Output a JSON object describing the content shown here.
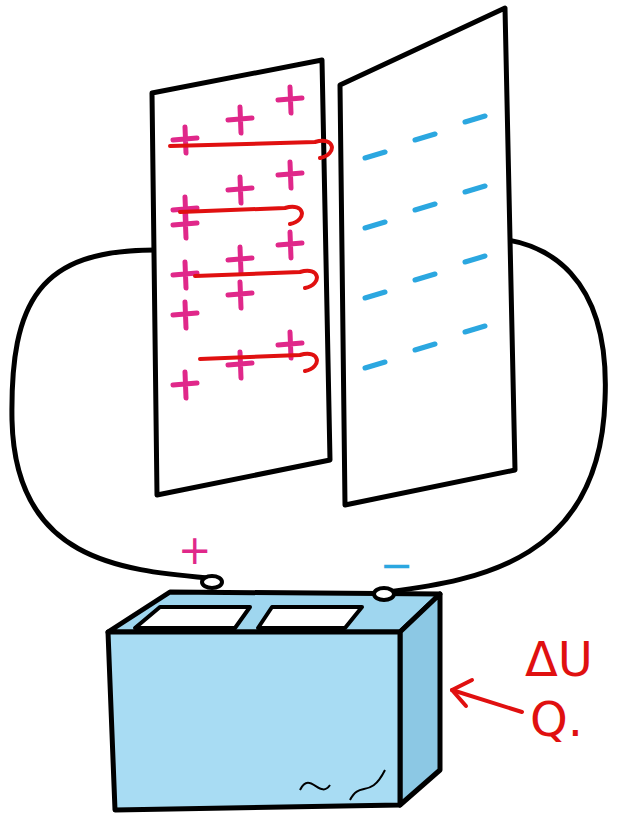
{
  "diagram": {
    "labels": [
      "+",
      "−",
      "ΔU",
      "Q."
    ]
  }
}
